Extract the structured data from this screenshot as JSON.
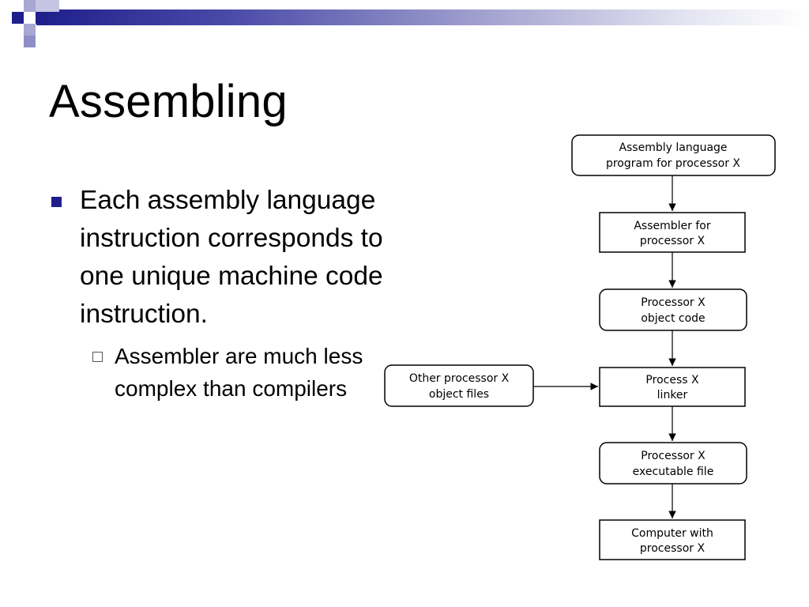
{
  "slide": {
    "title": "Assembling",
    "bullets": [
      {
        "text": "Each assembly language instruction corresponds to one unique machine code instruction.",
        "sub_bullets": [
          {
            "text": "Assembler are much less complex than compilers"
          }
        ]
      }
    ],
    "colors": {
      "accent": "#1f1f8c",
      "header_light": "#a7a7d2"
    }
  },
  "diagram": {
    "nodes": [
      {
        "id": "asm_program",
        "line1": "Assembly language",
        "line2": "program for processor X",
        "shape": "rounded"
      },
      {
        "id": "assembler",
        "line1": "Assembler for",
        "line2": "processor X",
        "shape": "rect"
      },
      {
        "id": "object_code",
        "line1": "Processor X",
        "line2": "object code",
        "shape": "rounded"
      },
      {
        "id": "other_objects",
        "line1": "Other processor X",
        "line2": "object files",
        "shape": "rounded"
      },
      {
        "id": "linker",
        "line1": "Process X",
        "line2": "linker",
        "shape": "rect"
      },
      {
        "id": "executable",
        "line1": "Processor X",
        "line2": "executable file",
        "shape": "rounded"
      },
      {
        "id": "computer",
        "line1": "Computer with",
        "line2": "processor X",
        "shape": "rect"
      }
    ],
    "edges": [
      {
        "from": "asm_program",
        "to": "assembler"
      },
      {
        "from": "assembler",
        "to": "object_code"
      },
      {
        "from": "object_code",
        "to": "linker"
      },
      {
        "from": "other_objects",
        "to": "linker"
      },
      {
        "from": "linker",
        "to": "executable"
      },
      {
        "from": "executable",
        "to": "computer"
      }
    ]
  }
}
